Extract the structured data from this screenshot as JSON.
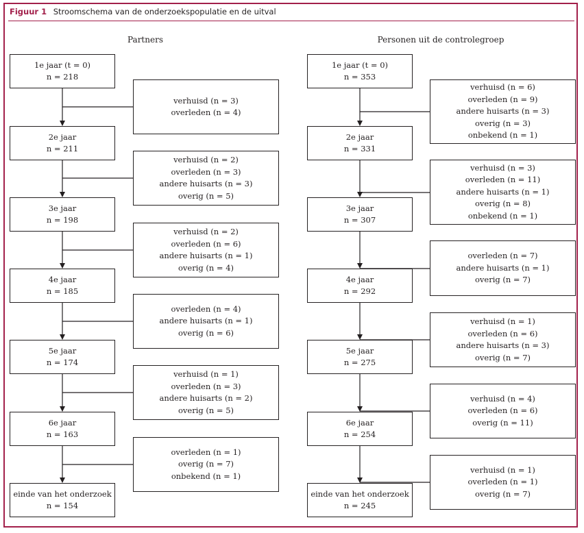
{
  "figure": {
    "label": "Figuur 1",
    "title": "Stroomschema van de onderzoekspopulatie en de uitval"
  },
  "columns": [
    {
      "title": "Partners",
      "stages": [
        {
          "lines": [
            "1e jaar (t = 0)",
            "n = 218"
          ]
        },
        {
          "lines": [
            "2e jaar",
            "n = 211"
          ]
        },
        {
          "lines": [
            "3e jaar",
            "n = 198"
          ]
        },
        {
          "lines": [
            "4e jaar",
            "n = 185"
          ]
        },
        {
          "lines": [
            "5e jaar",
            "n = 174"
          ]
        },
        {
          "lines": [
            "6e jaar",
            "n = 163"
          ]
        },
        {
          "lines": [
            "einde van het onderzoek",
            "n = 154"
          ]
        }
      ],
      "dropouts": [
        {
          "lines": [
            "verhuisd (n = 3)",
            "overleden (n = 4)"
          ]
        },
        {
          "lines": [
            "verhuisd (n = 2)",
            "overleden (n = 3)",
            "andere huisarts (n = 3)",
            "overig (n = 5)"
          ]
        },
        {
          "lines": [
            "verhuisd (n = 2)",
            "overleden (n = 6)",
            "andere huisarts (n = 1)",
            "overig (n = 4)"
          ]
        },
        {
          "lines": [
            "overleden (n = 4)",
            "andere huisarts (n = 1)",
            "overig (n = 6)"
          ]
        },
        {
          "lines": [
            "verhuisd (n = 1)",
            "overleden (n = 3)",
            "andere huisarts (n = 2)",
            "overig (n = 5)"
          ]
        },
        {
          "lines": [
            "overleden (n = 1)",
            "overig (n = 7)",
            "onbekend (n = 1)"
          ]
        }
      ]
    },
    {
      "title": "Personen uit de controlegroep",
      "stages": [
        {
          "lines": [
            "1e jaar (t = 0)",
            "n = 353"
          ]
        },
        {
          "lines": [
            "2e jaar",
            "n = 331"
          ]
        },
        {
          "lines": [
            "3e jaar",
            "n = 307"
          ]
        },
        {
          "lines": [
            "4e jaar",
            "n = 292"
          ]
        },
        {
          "lines": [
            "5e jaar",
            "n = 275"
          ]
        },
        {
          "lines": [
            "6e jaar",
            "n = 254"
          ]
        },
        {
          "lines": [
            "einde van het onderzoek",
            "n = 245"
          ]
        }
      ],
      "dropouts": [
        {
          "lines": [
            "verhuisd (n = 6)",
            "overleden (n = 9)",
            "andere huisarts (n = 3)",
            "overig (n = 3)",
            "onbekend (n = 1)"
          ]
        },
        {
          "lines": [
            "verhuisd (n = 3)",
            "overleden (n = 11)",
            "andere huisarts (n = 1)",
            "overig (n = 8)",
            "onbekend (n = 1)"
          ]
        },
        {
          "lines": [
            "overleden (n = 7)",
            "andere huisarts (n = 1)",
            "overig (n = 7)"
          ]
        },
        {
          "lines": [
            "verhuisd (n = 1)",
            "overleden (n = 6)",
            "andere huisarts (n = 3)",
            "overig (n = 7)"
          ]
        },
        {
          "lines": [
            "verhuisd (n = 4)",
            "overleden (n = 6)",
            "overig (n = 11)"
          ]
        },
        {
          "lines": [
            "verhuisd (n = 1)",
            "overleden (n = 1)",
            "overig (n = 7)"
          ]
        }
      ]
    }
  ]
}
